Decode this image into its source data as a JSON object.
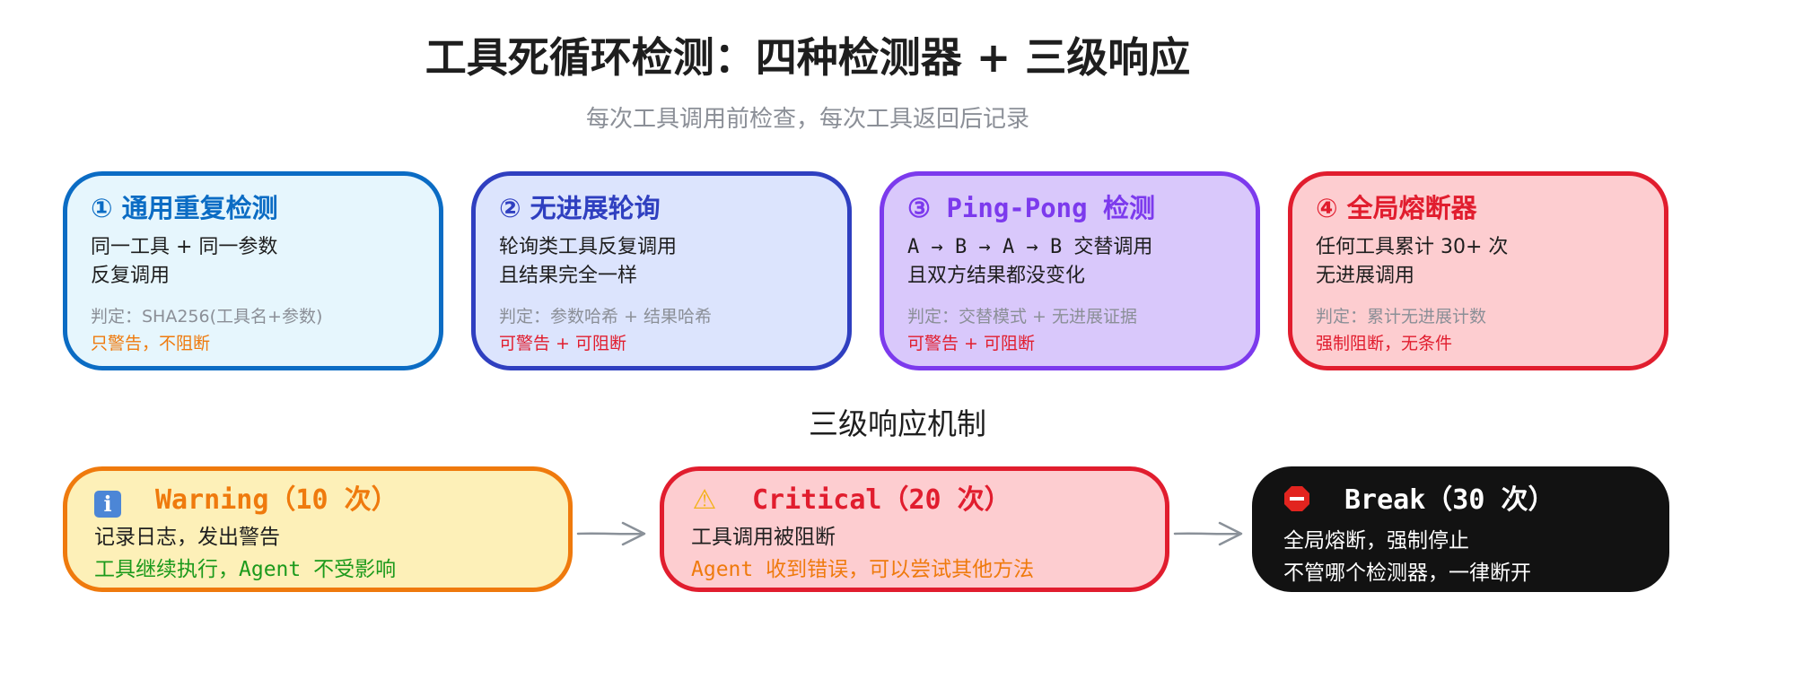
{
  "title": "工具死循环检测：四种检测器 + 三级响应",
  "subtitle": "每次工具调用前检查，每次工具返回后记录",
  "colors": {
    "blue": "#0b6cc4",
    "indigo": "#2f3fc0",
    "violet": "#7c3aed",
    "red": "#e11d2e",
    "orange": "#ef7a0d",
    "green": "#1c9a1c"
  },
  "detectors": [
    {
      "title": "① 通用重复检测",
      "desc1": "同一工具 + 同一参数",
      "desc2": "反复调用",
      "judge": "判定：SHA256(工具名+参数)",
      "result": "只警告，不阻断"
    },
    {
      "title": "② 无进展轮询",
      "desc1": "轮询类工具反复调用",
      "desc2": "且结果完全一样",
      "judge": "判定：参数哈希 + 结果哈希",
      "result": "可警告 + 可阻断"
    },
    {
      "title": "③ Ping-Pong 检测",
      "desc1": "A → B → A → B 交替调用",
      "desc2": "且双方结果都没变化",
      "judge": "判定：交替模式 + 无进展证据",
      "result": "可警告 + 可阻断"
    },
    {
      "title": "④ 全局熔断器",
      "desc1": "任何工具累计 30+ 次",
      "desc2": "无进展调用",
      "judge": "判定：累计无进展计数",
      "result": "强制阻断，无条件"
    }
  ],
  "section_title": "三级响应机制",
  "levels": [
    {
      "icon": "info-icon",
      "icon_glyph": "ℹ",
      "title": "Warning（10 次）",
      "line1": "记录日志，发出警告",
      "line2": "工具继续执行，Agent 不受影响"
    },
    {
      "icon": "warning-icon",
      "icon_glyph": "⚠",
      "title": "Critical（20 次）",
      "line1": "工具调用被阻断",
      "line2": "Agent 收到错误，可以尝试其他方法"
    },
    {
      "icon": "stop-icon",
      "icon_glyph": "",
      "title": "Break（30 次）",
      "line1": "全局熔断，强制停止",
      "line2": "不管哪个检测器，一律断开"
    }
  ]
}
